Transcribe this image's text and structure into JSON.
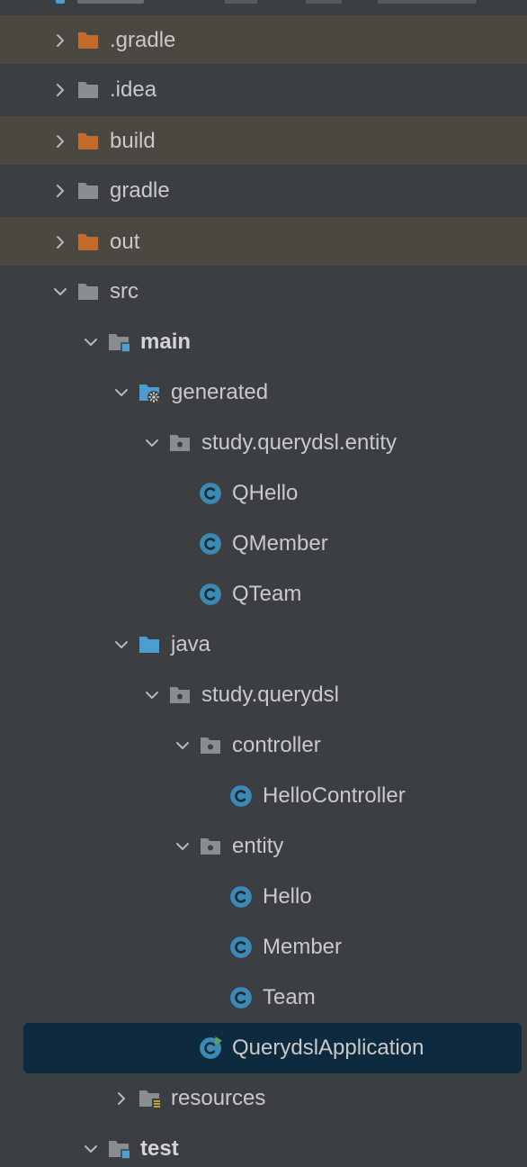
{
  "window": {
    "panel": "project-tree"
  },
  "colors": {
    "background": "#3c3f41",
    "excluded_row": "#4a4841",
    "selection": "#0e2a3f",
    "folder_gray": "#8a8d90",
    "folder_excluded": "#c56a2f",
    "folder_source": "#4b9ed1",
    "class_icon": "#3a8ab5",
    "run_badge": "#59a85a",
    "text": "#c9c9c9"
  },
  "tree": [
    {
      "label": ".gradle",
      "depth": 0,
      "expander": "collapsed",
      "icon": "folder-excluded-icon",
      "excluded": true
    },
    {
      "label": ".idea",
      "depth": 0,
      "expander": "collapsed",
      "icon": "folder-icon"
    },
    {
      "label": "build",
      "depth": 0,
      "expander": "collapsed",
      "icon": "folder-excluded-icon",
      "excluded": true
    },
    {
      "label": "gradle",
      "depth": 0,
      "expander": "collapsed",
      "icon": "folder-icon"
    },
    {
      "label": "out",
      "depth": 0,
      "expander": "collapsed",
      "icon": "folder-excluded-icon",
      "excluded": true
    },
    {
      "label": "src",
      "depth": 0,
      "expander": "expanded",
      "icon": "folder-icon"
    },
    {
      "label": "main",
      "depth": 1,
      "expander": "expanded",
      "icon": "module-folder-icon",
      "bold": true
    },
    {
      "label": "generated",
      "depth": 2,
      "expander": "expanded",
      "icon": "generated-sources-folder-icon"
    },
    {
      "label": "study.querydsl.entity",
      "depth": 3,
      "expander": "expanded",
      "icon": "package-icon"
    },
    {
      "label": "QHello",
      "depth": 4,
      "expander": "none",
      "icon": "class-icon"
    },
    {
      "label": "QMember",
      "depth": 4,
      "expander": "none",
      "icon": "class-icon"
    },
    {
      "label": "QTeam",
      "depth": 4,
      "expander": "none",
      "icon": "class-icon"
    },
    {
      "label": "java",
      "depth": 2,
      "expander": "expanded",
      "icon": "source-folder-icon"
    },
    {
      "label": "study.querydsl",
      "depth": 3,
      "expander": "expanded",
      "icon": "package-icon"
    },
    {
      "label": "controller",
      "depth": 4,
      "expander": "expanded",
      "icon": "package-icon"
    },
    {
      "label": "HelloController",
      "depth": 5,
      "expander": "none",
      "icon": "class-icon"
    },
    {
      "label": "entity",
      "depth": 4,
      "expander": "expanded",
      "icon": "package-icon"
    },
    {
      "label": "Hello",
      "depth": 5,
      "expander": "none",
      "icon": "class-icon"
    },
    {
      "label": "Member",
      "depth": 5,
      "expander": "none",
      "icon": "class-icon"
    },
    {
      "label": "Team",
      "depth": 5,
      "expander": "none",
      "icon": "class-icon"
    },
    {
      "label": "QuerydslApplication",
      "depth": 4,
      "expander": "none",
      "icon": "runnable-class-icon",
      "selected": true
    },
    {
      "label": "resources",
      "depth": 2,
      "expander": "collapsed",
      "icon": "resources-folder-icon"
    },
    {
      "label": "test",
      "depth": 1,
      "expander": "expanded",
      "icon": "module-folder-icon",
      "bold": true
    }
  ]
}
